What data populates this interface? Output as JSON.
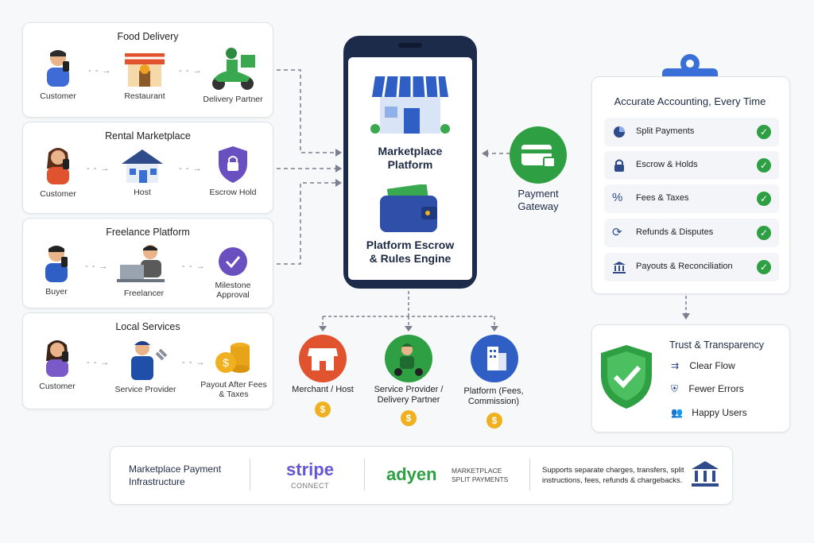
{
  "flows": [
    {
      "title": "Food Delivery",
      "actors": [
        "Customer",
        "Restaurant",
        "Delivery Partner"
      ]
    },
    {
      "title": "Rental Marketplace",
      "actors": [
        "Customer",
        "Host",
        "Escrow Hold"
      ]
    },
    {
      "title": "Freelance Platform",
      "actors": [
        "Buyer",
        "Freelancer",
        "Milestone Approval"
      ]
    },
    {
      "title": "Local Services",
      "actors": [
        "Customer",
        "Service Provider",
        "Payout After Fees & Taxes"
      ]
    }
  ],
  "platform": {
    "title": "Marketplace Platform",
    "engine": "Platform Escrow & Rules Engine"
  },
  "gateway": {
    "label": "Payment Gateway"
  },
  "payouts": [
    {
      "label": "Merchant / Host"
    },
    {
      "label": "Service Provider / Delivery Partner"
    },
    {
      "label": "Platform (Fees, Commission)"
    }
  ],
  "accounting": {
    "title": "Accurate Accounting, Every Time",
    "items": [
      "Split Payments",
      "Escrow & Holds",
      "Fees & Taxes",
      "Refunds & Disputes",
      "Payouts & Reconciliation"
    ]
  },
  "trust": {
    "title": "Trust & Transparency",
    "items": [
      "Clear Flow",
      "Fewer Errors",
      "Happy Users"
    ]
  },
  "infra": {
    "title": "Marketplace Payment Infrastructure",
    "stripe": "stripe",
    "stripe_sub": "CONNECT",
    "adyen": "adyen",
    "adyen_sub": "MARKETPLACE SPLIT PAYMENTS",
    "note": "Supports separate charges, transfers, split instructions, fees, refunds & chargebacks."
  },
  "colors": {
    "navy": "#1d2b4a",
    "blue": "#3b6fd8",
    "green": "#2ea043",
    "orange": "#f0a020",
    "red": "#e0532e"
  }
}
